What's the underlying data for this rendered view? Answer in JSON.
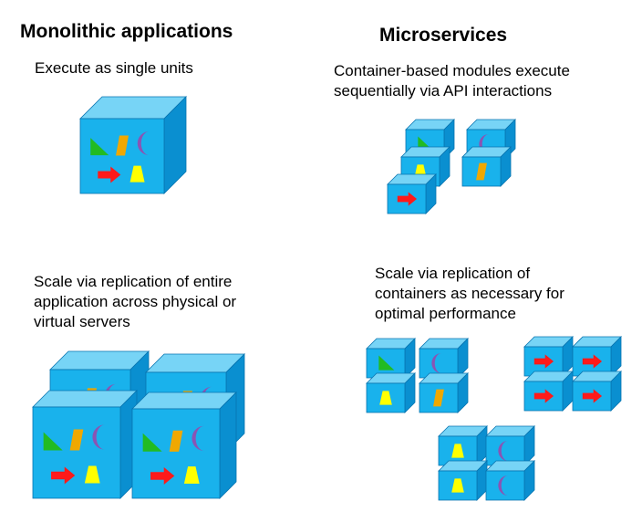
{
  "left": {
    "title": "Monolithic applications",
    "execute_text": "Execute as single units",
    "scale_lines": [
      "Scale via replication of entire",
      "application across physical or",
      "virtual servers"
    ]
  },
  "right": {
    "title": "Microservices",
    "execute_lines": [
      "Container-based modules execute",
      "sequentially via API interactions"
    ],
    "scale_lines": [
      "Scale via replication of",
      "containers as necessary for",
      "optimal performance"
    ]
  },
  "colors": {
    "cube_front": "#19b2ec",
    "cube_top": "#77d4f6",
    "cube_side": "#0a8fd0",
    "cube_edge": "#0874b0",
    "green_triangle": "#22bb22",
    "orange_parallelogram": "#f0a800",
    "purple_crescent": "#8a54b4",
    "red_arrow": "#ff1a1a",
    "yellow_trapezoid": "#ffff00"
  },
  "icons": [
    "green-triangle-icon",
    "orange-parallelogram-icon",
    "purple-crescent-icon",
    "red-arrow-icon",
    "yellow-trapezoid-icon"
  ]
}
